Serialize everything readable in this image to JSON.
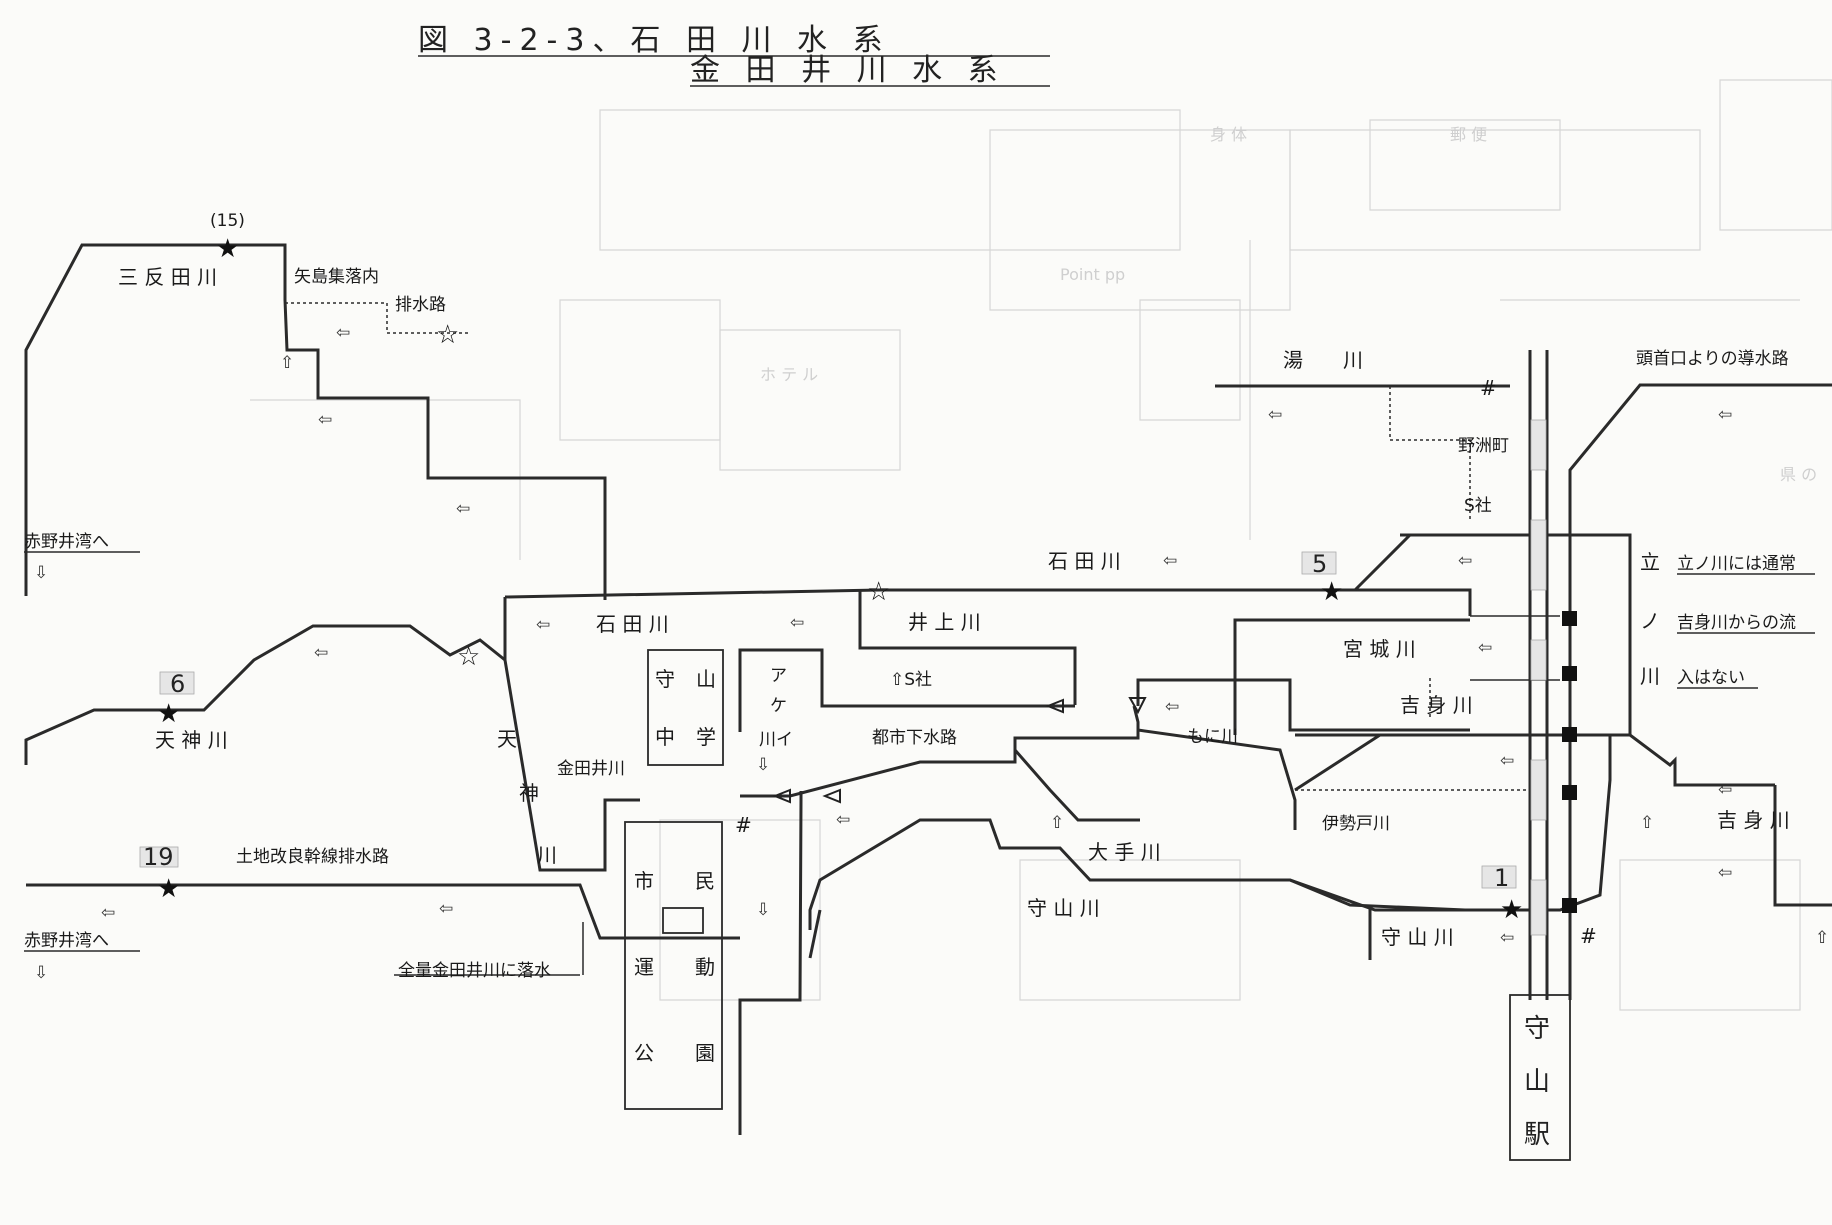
{
  "title": {
    "line1": "図 3-2-3、石 田 川 水 系",
    "line2": "金 田 井 川 水 系"
  },
  "rivers": {
    "sanbanda": "三 反 田 川",
    "yajima": "矢島集落内",
    "haisuiro": "排水路",
    "akanoi_1": "赤野井湾へ",
    "akanoi_2": "赤野井湾へ",
    "tenjin": "天 神 川",
    "tenjin_v1": "天",
    "tenjin_v2": "神",
    "tenjin_v3": "川",
    "tochi": "土地改良幹線排水路",
    "zenryo": "全量金田井川に落水",
    "ishida_left": "石 田 川",
    "ishida_right": "石 田 川",
    "kanadai": "金田井川",
    "inoue": "井 上 川",
    "s_sha_mid": "⇧S社",
    "toshi": "都市下水路",
    "ake_1": "ア",
    "ake_2": "ケ",
    "ake_3": "川イ",
    "ote": "大 手 川",
    "moriyama_mid": "守 山 川",
    "moriyama_right": "守 山 川",
    "yu": "湯　　川",
    "yasu": "野洲町",
    "s_sha_right": "S社",
    "miyagi": "宮 城 川",
    "yoshimi_mid": "吉 身 川",
    "moni": "もに川",
    "isedo": "伊勢戸川",
    "yoshimi_right": "吉 身 川",
    "touhshu": "頭首口よりの導水路",
    "tachino_1": "立",
    "tachino_2": "ノ",
    "tachino_3": "川",
    "note_1": "立ノ川には通常",
    "note_2": "吉身川からの流",
    "note_3": "入はない"
  },
  "places": {
    "school_1": "守",
    "school_2": "山",
    "school_3": "中",
    "school_4": "学",
    "park_1": "市",
    "park_2": "民",
    "park_3": "運",
    "park_4": "動",
    "park_5": "公",
    "park_6": "園",
    "station_1": "守",
    "station_2": "山",
    "station_3": "駅"
  },
  "stations": {
    "s15": "(15)",
    "s5": "5",
    "s6": "6",
    "s19": "19",
    "s1": "1"
  },
  "marks": {
    "hash_1": "#",
    "hash_2": "#",
    "hash_3": "#"
  }
}
